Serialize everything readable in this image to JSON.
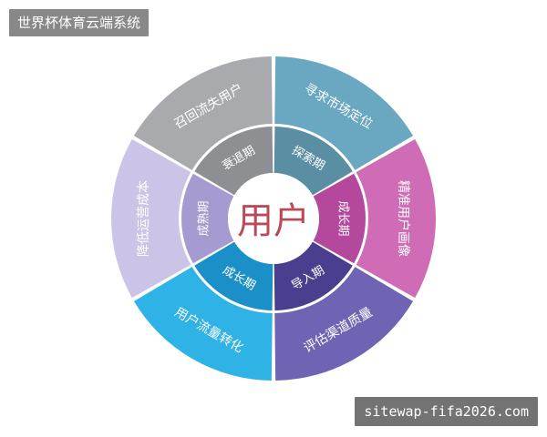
{
  "header": {
    "title": "世界杯体育云端系统"
  },
  "footer": {
    "watermark": "sitewap-fifa2026.com"
  },
  "diagram": {
    "center_label": "用户",
    "center_color": "#b94a5a",
    "outer_ring": [
      {
        "label": "寻求市场定位",
        "color": "#6aa7c0"
      },
      {
        "label": "精准用户画像",
        "color": "#cf6cb5"
      },
      {
        "label": "评估渠道质量",
        "color": "#6f64b3"
      },
      {
        "label": "用户流量转化",
        "color": "#2fb2e6"
      },
      {
        "label": "降低运营成本",
        "color": "#cbc4e6"
      },
      {
        "label": "召回流失用户",
        "color": "#a9aaae"
      }
    ],
    "inner_ring": [
      {
        "label": "探索期",
        "color": "#5a8ea3"
      },
      {
        "label": "成长期",
        "color": "#b3489c"
      },
      {
        "label": "导入期",
        "color": "#4a3f8e"
      },
      {
        "label": "成长期",
        "color": "#1b8fc7"
      },
      {
        "label": "成熟期",
        "color": "#a59bd0"
      },
      {
        "label": "衰退期",
        "color": "#8e8f92"
      }
    ]
  }
}
